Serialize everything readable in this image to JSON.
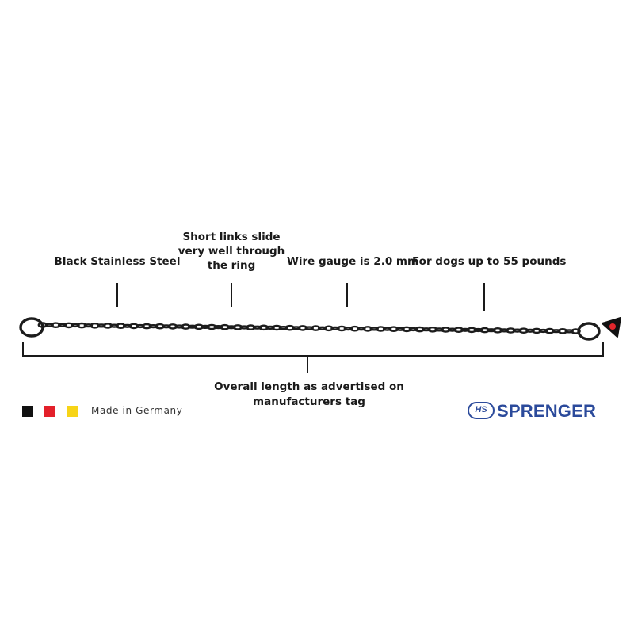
{
  "callouts": {
    "steel": "Black Stainless Steel",
    "links": "Short links slide very well through the ring",
    "gauge": "Wire gauge is 2.0 mm",
    "dogs": "For dogs up to 55 pounds"
  },
  "length_label": "Overall length as advertised on manufacturers tag",
  "origin": {
    "label": "Made in Germany",
    "flag_colors": [
      "#111111",
      "#e3202a",
      "#f7d417"
    ]
  },
  "brand": {
    "badge": "HS",
    "name": "SPRENGER",
    "color": "#2b4a9b"
  },
  "colors": {
    "chain": "#1c1c1c",
    "tag": "#e0262c"
  }
}
